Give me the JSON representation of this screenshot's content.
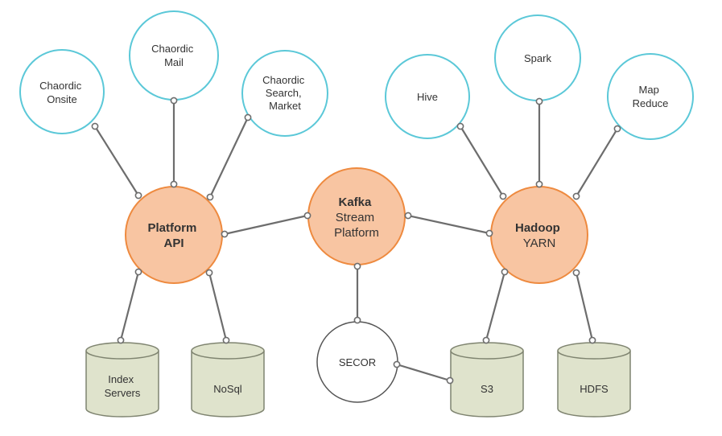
{
  "colors": {
    "client_stroke": "#5bc8d8",
    "hub_fill": "#f8c5a2",
    "hub_stroke": "#ee8a3f",
    "db_fill": "#dfe3cc",
    "db_stroke": "#7f8470",
    "edge": "#6d6d6d",
    "plain_stroke": "#555555"
  },
  "nodes": {
    "chaordic_onsite": {
      "lines": [
        "Chaordic",
        "Onsite"
      ]
    },
    "chaordic_mail": {
      "lines": [
        "Chaordic",
        "Mail"
      ]
    },
    "chaordic_search": {
      "lines": [
        "Chaordic",
        "Search,",
        "Market"
      ]
    },
    "hive": {
      "lines": [
        "Hive"
      ]
    },
    "spark": {
      "lines": [
        "Spark"
      ]
    },
    "map_reduce": {
      "lines": [
        "Map",
        "Reduce"
      ]
    },
    "platform_api": {
      "lines": [
        "Platform",
        "API"
      ]
    },
    "kafka": {
      "lines": [
        "Kafka",
        "Stream",
        "Platform"
      ]
    },
    "hadoop": {
      "lines": [
        "Hadoop",
        "YARN"
      ]
    },
    "secor": {
      "lines": [
        "SECOR"
      ]
    },
    "index_servers": {
      "lines": [
        "Index",
        "Servers"
      ]
    },
    "nosql": {
      "lines": [
        "NoSql"
      ]
    },
    "s3": {
      "lines": [
        "S3"
      ]
    },
    "hdfs": {
      "lines": [
        "HDFS"
      ]
    }
  }
}
